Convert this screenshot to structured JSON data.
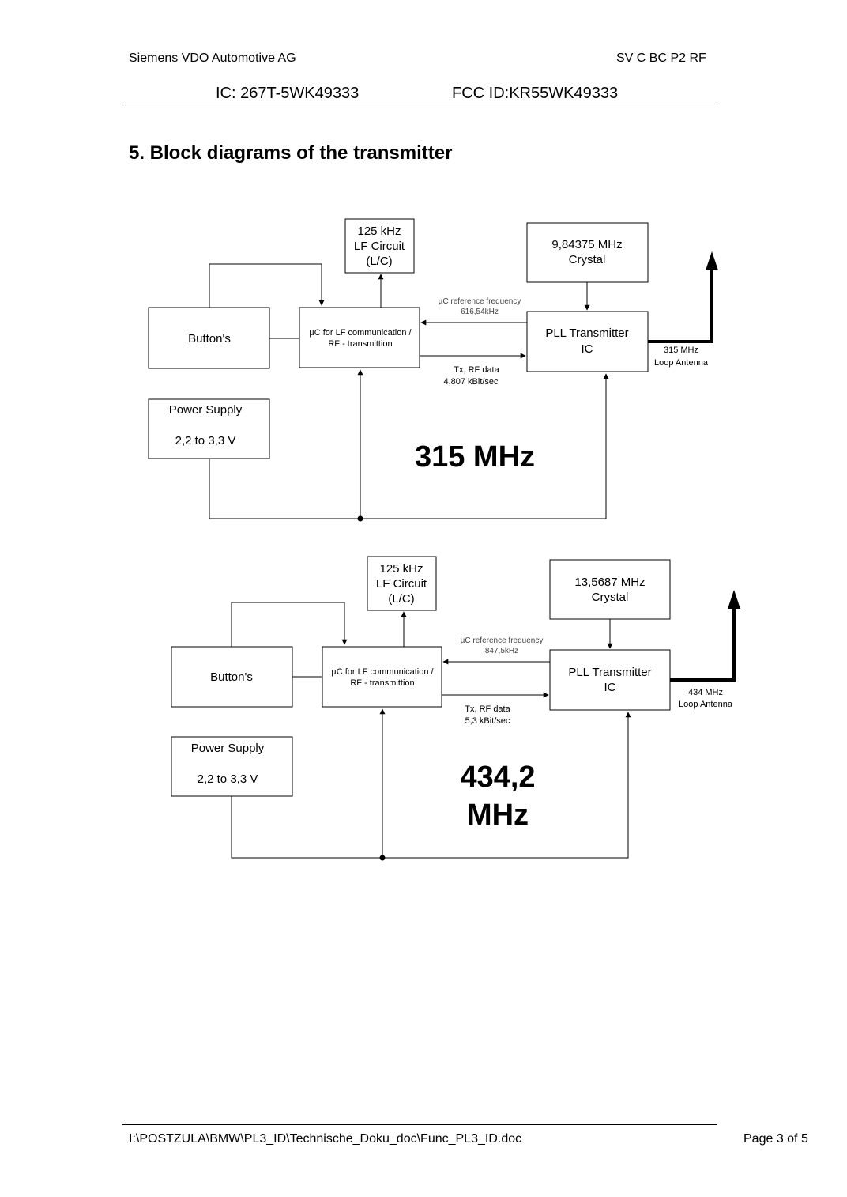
{
  "header": {
    "company": "Siemens VDO Automotive AG",
    "dept": "SV C BC P2 RF",
    "ic_id": "IC: 267T-5WK49333",
    "fcc_id": "FCC ID:KR55WK49333"
  },
  "section_title": "5. Block diagrams of the transmitter",
  "diagrams": [
    {
      "lf_circuit": [
        "125 kHz",
        "LF Circuit",
        "(L/C)"
      ],
      "crystal": [
        "9,84375 MHz",
        "Crystal"
      ],
      "buttons": "Button's",
      "uc": [
        "µC for LF communication /",
        "RF - transmittion"
      ],
      "pll": [
        "PLL Transmitter",
        "IC"
      ],
      "ref_freq": [
        "µC reference frequency",
        "616,54kHz"
      ],
      "tx_data": [
        "Tx, RF data",
        "4,807 kBit/sec"
      ],
      "antenna": [
        "315 MHz",
        "Loop Antenna"
      ],
      "power_supply": [
        "Power Supply",
        "2,2 to 3,3 V"
      ],
      "big_label": [
        "315 MHz"
      ]
    },
    {
      "lf_circuit": [
        "125 kHz",
        "LF Circuit",
        "(L/C)"
      ],
      "crystal": [
        "13,5687 MHz",
        "Crystal"
      ],
      "buttons": "Button's",
      "uc": [
        "µC for LF communication /",
        "RF - transmittion"
      ],
      "pll": [
        "PLL Transmitter",
        "IC"
      ],
      "ref_freq": [
        "µC reference frequency",
        "847,5kHz"
      ],
      "tx_data": [
        "Tx, RF data",
        "5,3 kBit/sec"
      ],
      "antenna": [
        "434 MHz",
        "Loop Antenna"
      ],
      "power_supply": [
        "Power Supply",
        "2,2 to 3,3 V"
      ],
      "big_label": [
        "434,2",
        "MHz"
      ]
    }
  ],
  "footer": {
    "path": "I:\\POSTZULA\\BMW\\PL3_ID\\Technische_Doku_doc\\Func_PL3_ID.doc",
    "page": "Page 3 of 5"
  }
}
